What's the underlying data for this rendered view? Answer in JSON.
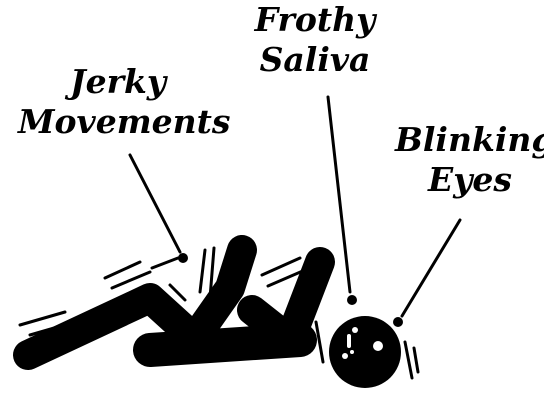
{
  "labels": {
    "jerky": {
      "line1": "Jerky",
      "line2": "Movements"
    },
    "frothy": {
      "line1": "Frothy",
      "line2": "Saliva"
    },
    "blinking": {
      "line1": "Blinking",
      "line2": "Eyes"
    }
  },
  "figure": {
    "subject": "seizure-figure-lying-down",
    "colors": {
      "ink": "#000000",
      "background": "#ffffff"
    }
  }
}
